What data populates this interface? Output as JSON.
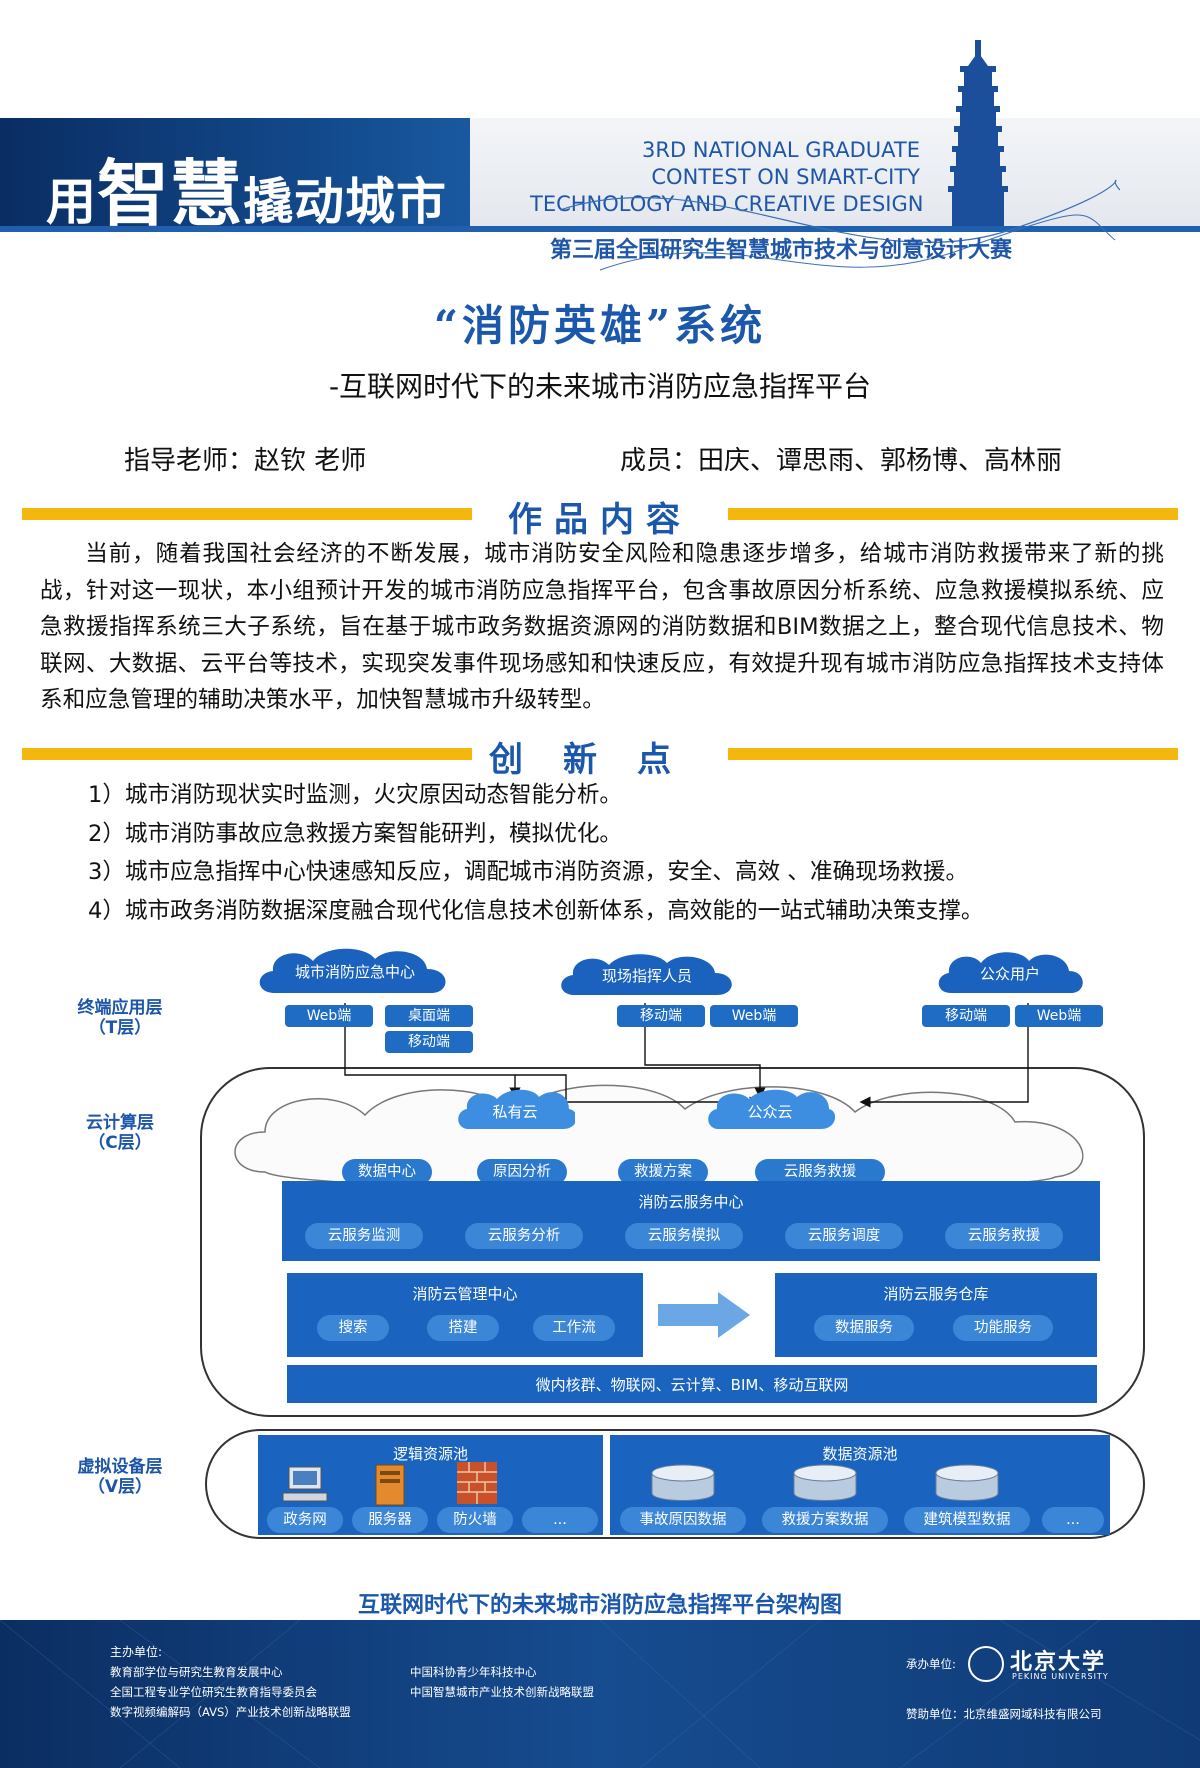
{
  "header": {
    "logo_prefix": "用",
    "logo_main": "智慧",
    "logo_suffix": "撬动城市",
    "contest_en_1": "3RD NATIONAL GRADUATE",
    "contest_en_2": "CONTEST ON SMART-CITY",
    "contest_en_3": "TECHNOLOGY AND CREATIVE DESIGN",
    "contest_cn": "第三届全国研究生智慧城市技术与创意设计大赛"
  },
  "title": "“消防英雄”系统",
  "subtitle": "-互联网时代下的未来城市消防应急指挥平台",
  "advisor": "指导老师：赵钦 老师",
  "members": "成员：田庆、谭思雨、郭杨博、高林丽",
  "section_content": {
    "heading": "作品内容",
    "body": "当前，随着我国社会经济的不断发展，城市消防安全风险和隐患逐步增多，给城市消防救援带来了新的挑战，针对这一现状，本小组预计开发的城市消防应急指挥平台，包含事故原因分析系统、应急救援模拟系统、应急救援指挥系统三大子系统，旨在基于城市政务数据资源网的消防数据和BIM数据之上，整合现代信息技术、物联网、大数据、云平台等技术，实现突发事件现场感知和快速反应，有效提升现有城市消防应急指挥技术支持体系和应急管理的辅助决策水平，加快智慧城市升级转型。"
  },
  "section_innov": {
    "heading": "创新点",
    "items": [
      "1）城市消防现状实时监测，火灾原因动态智能分析。",
      "2）城市消防事故应急救援方案智能研判，模拟优化。",
      "3）城市应急指挥中心快速感知反应，调配城市消防资源，安全、高效 、准确现场救援。",
      "4）城市政务消防数据深度融合现代化信息技术创新体系，高效能的一站式辅助决策支撑。"
    ]
  },
  "diagram": {
    "layer_t_1": "终端应用层",
    "layer_t_2": "（T层）",
    "layer_c_1": "云计算层",
    "layer_c_2": "（C层）",
    "layer_v_1": "虚拟设备层",
    "layer_v_2": "（V层）",
    "t_nodes": {
      "center": "城市消防应急中心",
      "center_web": "Web端",
      "center_desktop": "桌面端",
      "center_mobile": "移动端",
      "field": "现场指挥人员",
      "field_mobile": "移动端",
      "field_web": "Web端",
      "public": "公众用户",
      "public_mobile": "移动端",
      "public_web": "Web端"
    },
    "clouds": {
      "private": "私有云",
      "public": "公众云",
      "data_center": "数据中心",
      "cause_analysis": "原因分析",
      "rescue_plan": "救援方案",
      "cloud_rescue": "云服务救援"
    },
    "service_center": {
      "title": "消防云服务中心",
      "items": [
        "云服务监测",
        "云服务分析",
        "云服务模拟",
        "云服务调度",
        "云服务救援"
      ]
    },
    "mgmt_center": {
      "title": "消防云管理中心",
      "items": [
        "搜索",
        "搭建",
        "工作流"
      ]
    },
    "warehouse": {
      "title": "消防云服务仓库",
      "items": [
        "数据服务",
        "功能服务"
      ]
    },
    "infra": "微内核群、物联网、云计算、BIM、移动互联网",
    "logic_pool": {
      "title": "逻辑资源池",
      "items": [
        "政务网",
        "服务器",
        "防火墙",
        "..."
      ]
    },
    "data_pool": {
      "title": "数据资源池",
      "items": [
        "事故原因数据",
        "救援方案数据",
        "建筑模型数据",
        "..."
      ]
    },
    "caption": "互联网时代下的未来城市消防应急指挥平台架构图"
  },
  "footer": {
    "host_label": "主办单位:",
    "host_1": "教育部学位与研究生教育发展中心",
    "host_2": "全国工程专业学位研究生教育指导委员会",
    "host_3": "数字视频编解码（AVS）产业技术创新战略联盟",
    "host_4": "中国科协青少年科技中心",
    "host_5": "中国智慧城市产业技术创新战略联盟",
    "organizer_label": "承办单位:",
    "organizer_name": "北京大学",
    "organizer_en": "PEKING UNIVERSITY",
    "sponsor": "赞助单位：北京维盛网域科技有限公司"
  },
  "colors": {
    "brand_blue": "#1b57ab",
    "accent_yellow": "#f4b70e",
    "diagram_blue": "#1a64bf"
  }
}
